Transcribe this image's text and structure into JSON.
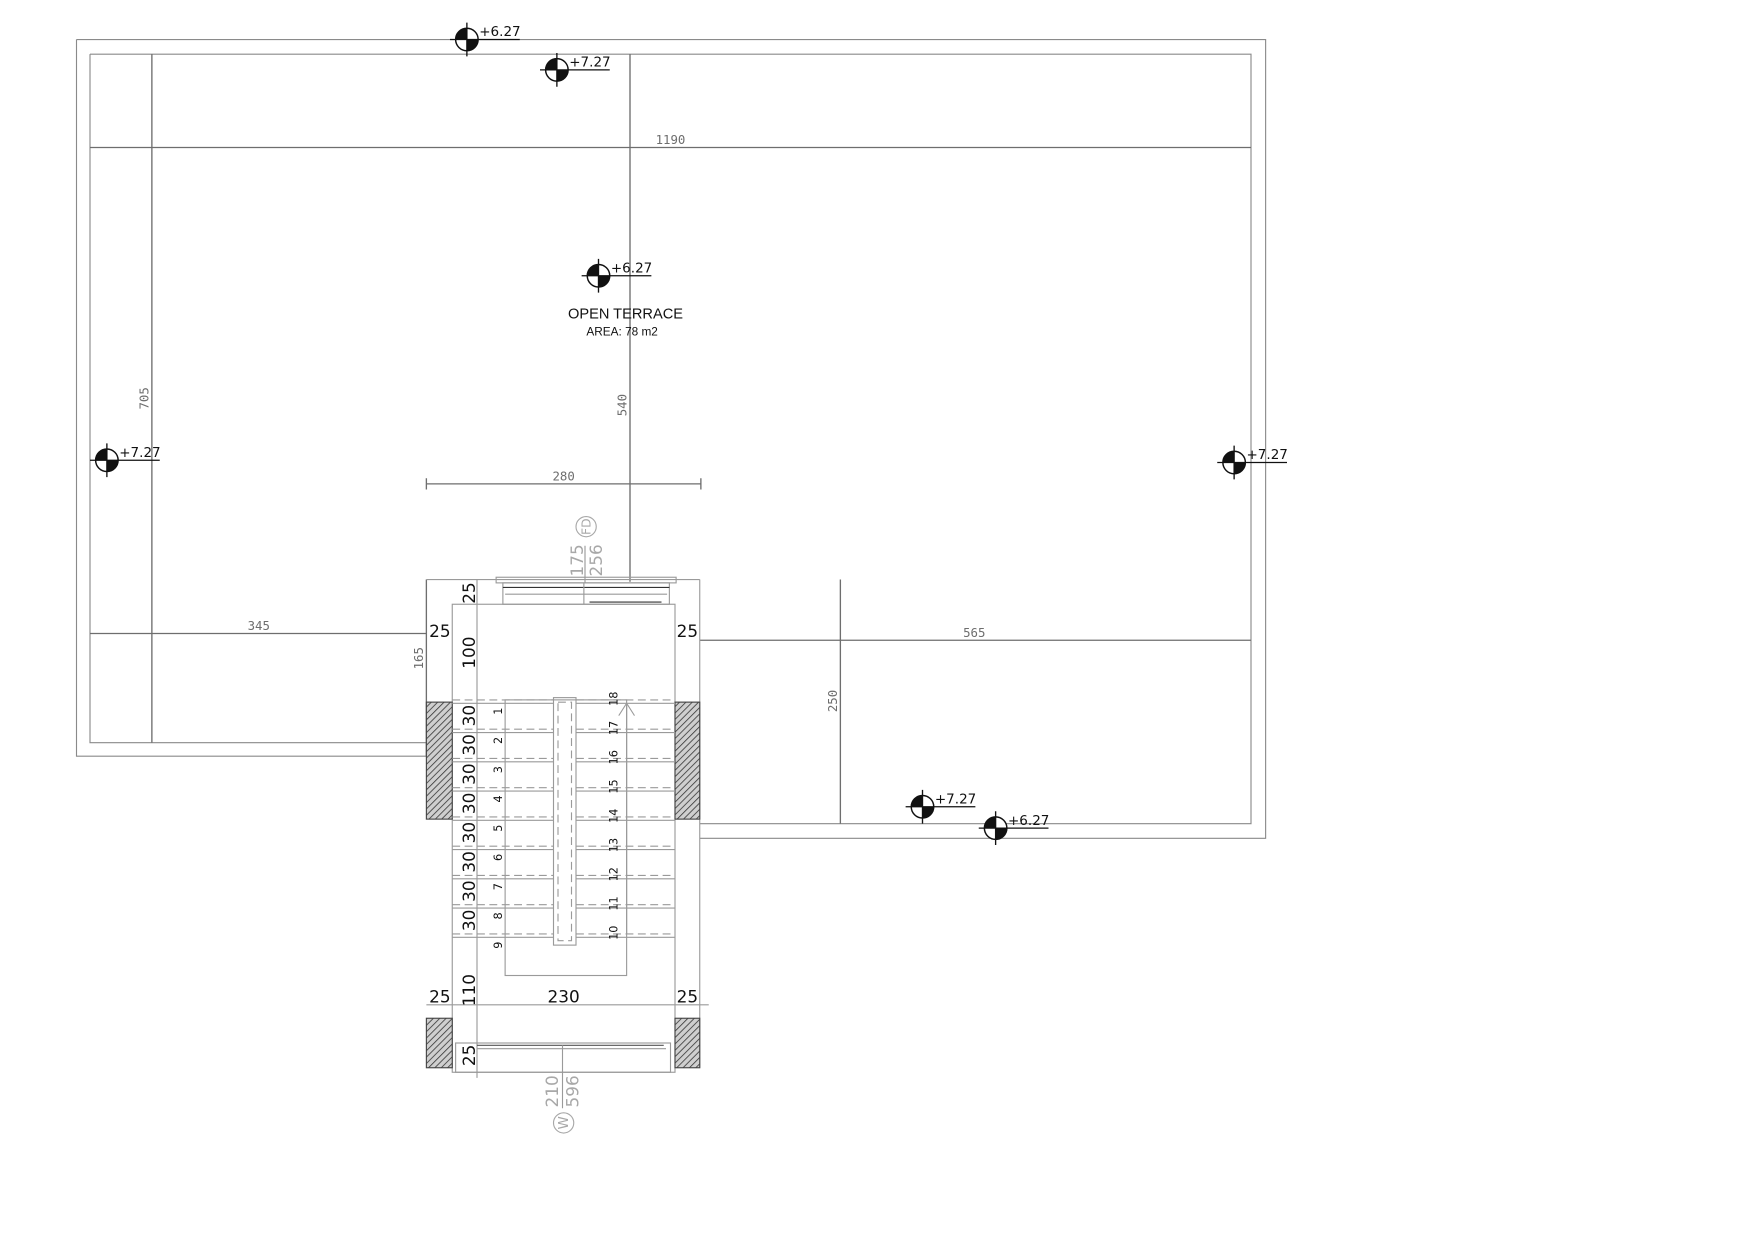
{
  "room": {
    "name": "OPEN TERRACE",
    "area": "AREA: 78 m2"
  },
  "dimensions": {
    "overall_width": "1190",
    "overall_depth": "705",
    "terrace_to_stair": "540",
    "stair_width_outer": "280",
    "left_offset": "345",
    "right_offset": "565",
    "left_wall_height": "165",
    "right_wall_height": "250"
  },
  "stair_dims": {
    "top_wall": "25",
    "left_wall": "25",
    "right_wall": "25",
    "landing_top": "100",
    "tread": "30",
    "landing_bottom": "110",
    "inner_width": "230",
    "left_wall_bottom": "25",
    "right_wall_bottom": "25",
    "bottom_wall": "25"
  },
  "openings": {
    "door": {
      "tag": "FD",
      "width": "175",
      "height": "256"
    },
    "window": {
      "tag": "W",
      "width": "210",
      "height": "596"
    }
  },
  "levels": [
    "+6.27",
    "+7.27",
    "+6.27",
    "+7.27",
    "+7.27",
    "+7.27",
    "+6.27"
  ],
  "stair": {
    "left_steps": [
      "1",
      "2",
      "3",
      "4",
      "5",
      "6",
      "7",
      "8",
      "9"
    ],
    "right_steps": [
      "18",
      "17",
      "16",
      "15",
      "14",
      "13",
      "12",
      "11",
      "10"
    ],
    "tread_count_labeled": 8
  }
}
